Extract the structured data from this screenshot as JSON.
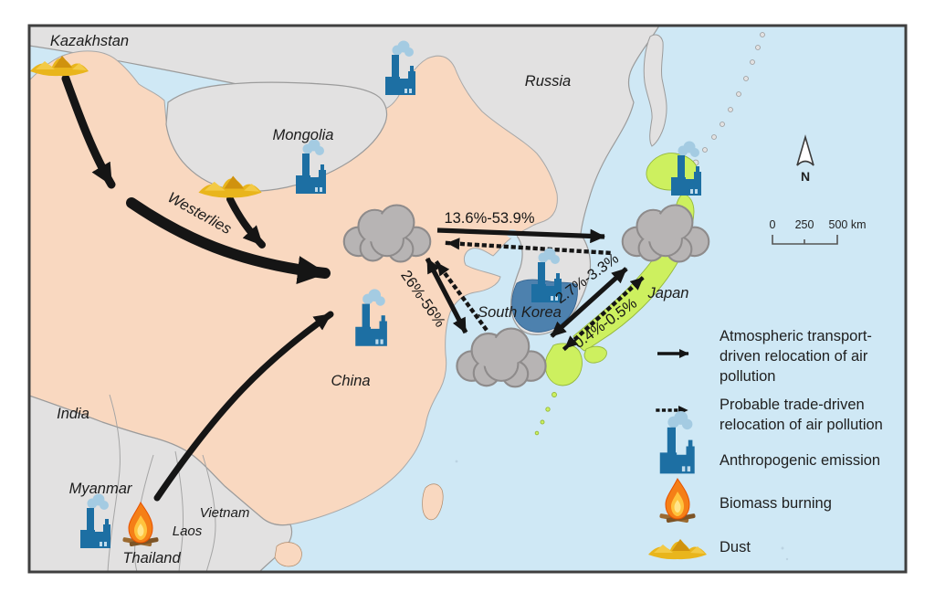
{
  "figure": {
    "type": "schematic map of transboundary air pollution in East Asia"
  },
  "map": {
    "country_labels": [
      {
        "id": "kazakhstan",
        "name": "Kazakhstan"
      },
      {
        "id": "mongolia",
        "name": "Mongolia"
      },
      {
        "id": "russia",
        "name": "Russia"
      },
      {
        "id": "china",
        "name": "China"
      },
      {
        "id": "india",
        "name": "India"
      },
      {
        "id": "myanmar",
        "name": "Myanmar"
      },
      {
        "id": "vietnam",
        "name": "Vietnam"
      },
      {
        "id": "laos",
        "name": "Laos"
      },
      {
        "id": "thailand",
        "name": "Thailand"
      },
      {
        "id": "south-korea",
        "name": "South Korea"
      },
      {
        "id": "japan",
        "name": "Japan"
      }
    ],
    "wind_label": "Westerlies",
    "flows": [
      {
        "route": "China cloud to Japan cloud",
        "type": "atmospheric",
        "label": "13.6%-53.9%"
      },
      {
        "route": "China cloud to East China Sea cloud",
        "type": "atmospheric",
        "label": "26%-56%"
      },
      {
        "route": "East China Sea cloud to Japan",
        "type": "atmospheric",
        "label": "2.7%-3.3%"
      },
      {
        "route": "East China Sea cloud to Japan",
        "type": "trade",
        "label": "0.4%-0.5%"
      }
    ]
  },
  "legend": {
    "items": [
      {
        "icon": "solid-arrow",
        "label": "Atmospheric transport-driven relocation of air pollution",
        "lines": [
          "Atmospheric transport-",
          "driven relocation of air",
          "pollution"
        ]
      },
      {
        "icon": "dotted-arrow",
        "label": "Probable trade-driven relocation of air pollution",
        "lines": [
          "Probable trade-driven",
          "relocation of air pollution"
        ]
      },
      {
        "icon": "factory",
        "label": "Anthropogenic emission",
        "lines": [
          "Anthropogenic emission"
        ]
      },
      {
        "icon": "fire",
        "label": "Biomass burning",
        "lines": [
          "Biomass burning"
        ]
      },
      {
        "icon": "dust",
        "label": "Dust",
        "lines": [
          "Dust"
        ]
      }
    ]
  },
  "scale_bar": {
    "labels": [
      "0",
      "250",
      "500 km"
    ]
  },
  "compass": {
    "north_label": "N"
  },
  "palette": {
    "sea": "#cfe8f5",
    "china": "#f9d8c0",
    "neutral_land": "#e2e1e1",
    "south_korea": "#4d81ae",
    "japan": "#cdf05f",
    "cloud": "#b7b4b4",
    "factory_blue": "#1d6fa3",
    "smoke_blue": "#a4cbe2",
    "dust_gold": "#e9b51c",
    "fire_orange": "#f57f17",
    "arrow_black": "#151515"
  }
}
